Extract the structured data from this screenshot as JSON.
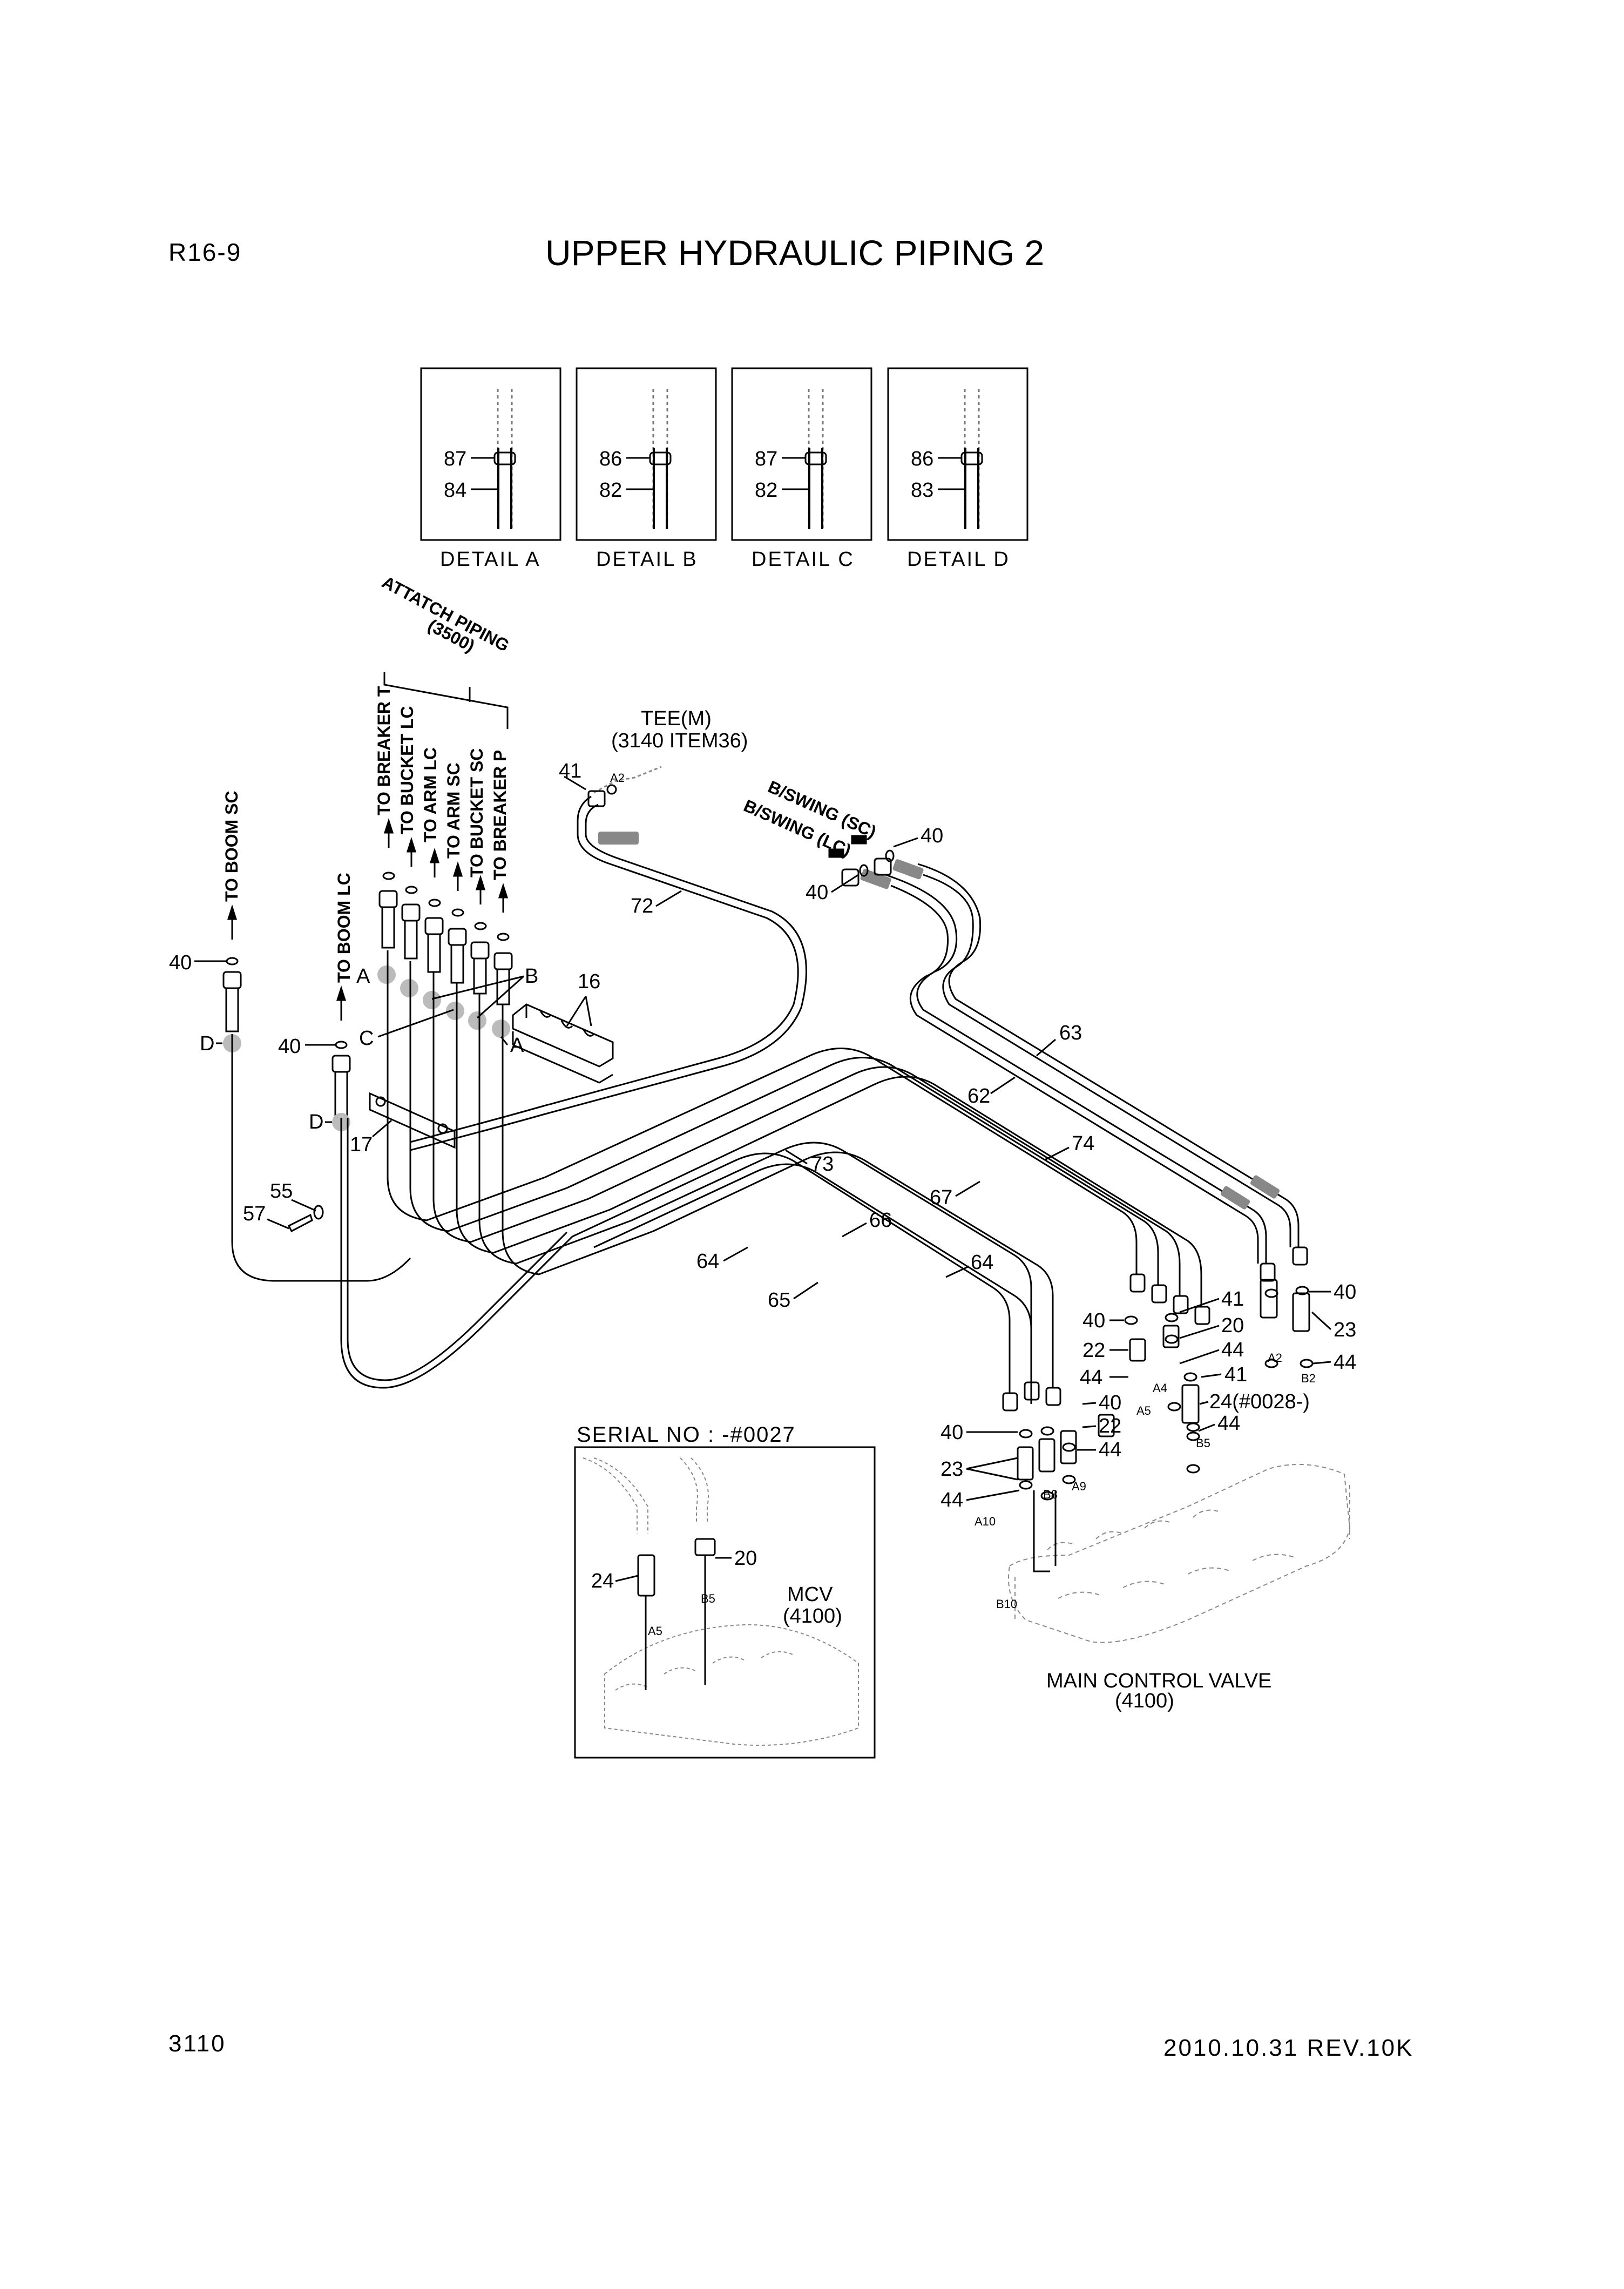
{
  "header": {
    "code": "R16-9",
    "title": "UPPER HYDRAULIC PIPING 2"
  },
  "details": [
    {
      "name": "DETAIL A",
      "top": "87",
      "bottom": "84"
    },
    {
      "name": "DETAIL B",
      "top": "86",
      "bottom": "82"
    },
    {
      "name": "DETAIL C",
      "top": "87",
      "bottom": "82"
    },
    {
      "name": "DETAIL D",
      "top": "86",
      "bottom": "83"
    }
  ],
  "attach": {
    "line1": "ATTATCH PIPING",
    "line2": "(3500)"
  },
  "destinations": [
    "TO BREAKER T",
    "TO BUCKET LC",
    "TO ARM LC",
    "TO ARM SC",
    "TO BUCKET SC",
    "TO BREAKER P",
    "TO BOOM SC",
    "TO BOOM LC"
  ],
  "tee": {
    "line1": "TEE(M)",
    "line2": "(3140 ITEM36)"
  },
  "swing": {
    "sc": "B/SWING (SC)",
    "lc": "B/SWING (LC)"
  },
  "parts": {
    "p16": "16",
    "p17": "17",
    "p20": "20",
    "p22": "22",
    "p23": "23",
    "p24": "24",
    "p24s": "24(#0028-)",
    "p40": "40",
    "p41": "41",
    "p44": "44",
    "p55": "55",
    "p57": "57",
    "p62": "62",
    "p63": "63",
    "p64": "64",
    "p65": "65",
    "p66": "66",
    "p67": "67",
    "p72": "72",
    "p73": "73",
    "p74": "74"
  },
  "letters": {
    "a": "A",
    "b": "B",
    "c": "C",
    "d": "D"
  },
  "ports": {
    "a2": "A2",
    "b2": "B2",
    "a4": "A4",
    "a5": "A5",
    "b5": "B5",
    "b8": "B8",
    "a9": "A9",
    "a10": "A10",
    "b10": "B10"
  },
  "serial": {
    "label": "SERIAL NO : -#0027",
    "mcv": "MCV",
    "mcv_code": "(4100)"
  },
  "mcv": {
    "name": "MAIN CONTROL VALVE",
    "code": "(4100)"
  },
  "footer": {
    "page": "3110",
    "revision": "2010.10.31  REV.10K"
  }
}
